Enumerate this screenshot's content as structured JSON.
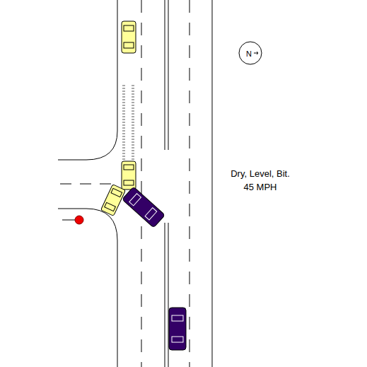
{
  "diagram": {
    "nodes": [
      {
        "text": [
          "N"
        ]
      }
    ],
    "labels": [
      "Dry, Level, Bit.",
      "45 MPH"
    ]
  }
}
